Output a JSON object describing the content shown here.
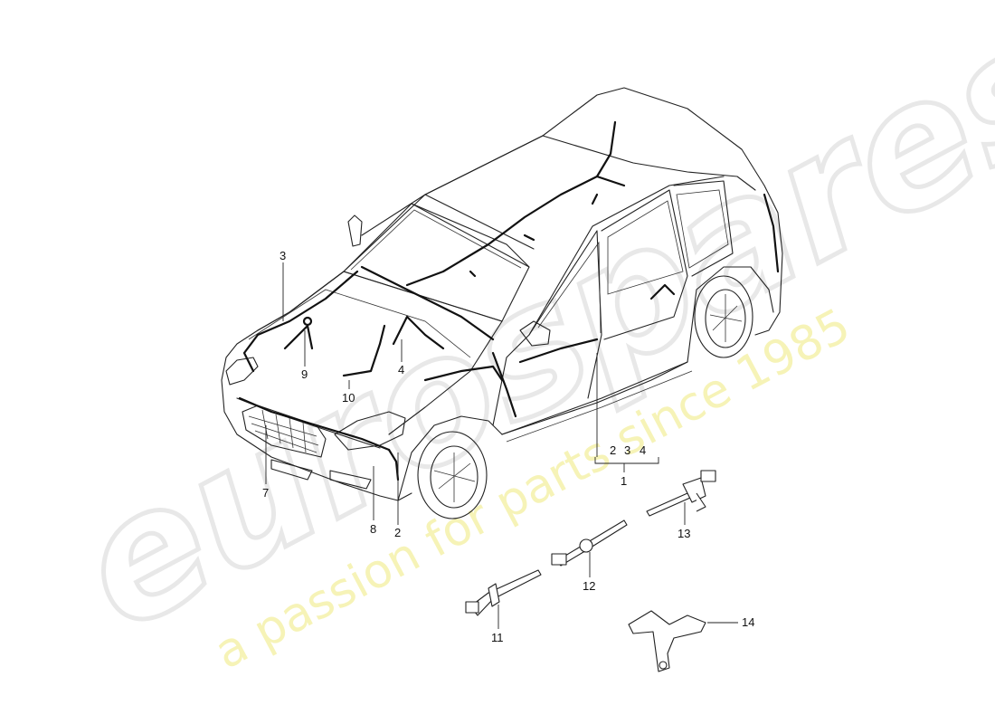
{
  "watermark": {
    "logo_text": "eurospares",
    "tagline": "a passion for parts since 1985"
  },
  "callouts": {
    "c1": "1",
    "c2": "2",
    "c3": "3",
    "c4": "4",
    "c7": "7",
    "c8": "8",
    "c9": "9",
    "c10": "10",
    "c11": "11",
    "c12": "12",
    "c13": "13",
    "c14": "14",
    "group_2": "2",
    "group_3": "3",
    "group_4": "4"
  },
  "colors": {
    "line": "#222222",
    "harness": "#111111",
    "watermark_gray": "#e8e8e8",
    "watermark_yellow": "#f3f0a0"
  },
  "icons": [
    "vehicle-outline",
    "wiring-harness",
    "cable-tie",
    "bracket"
  ]
}
